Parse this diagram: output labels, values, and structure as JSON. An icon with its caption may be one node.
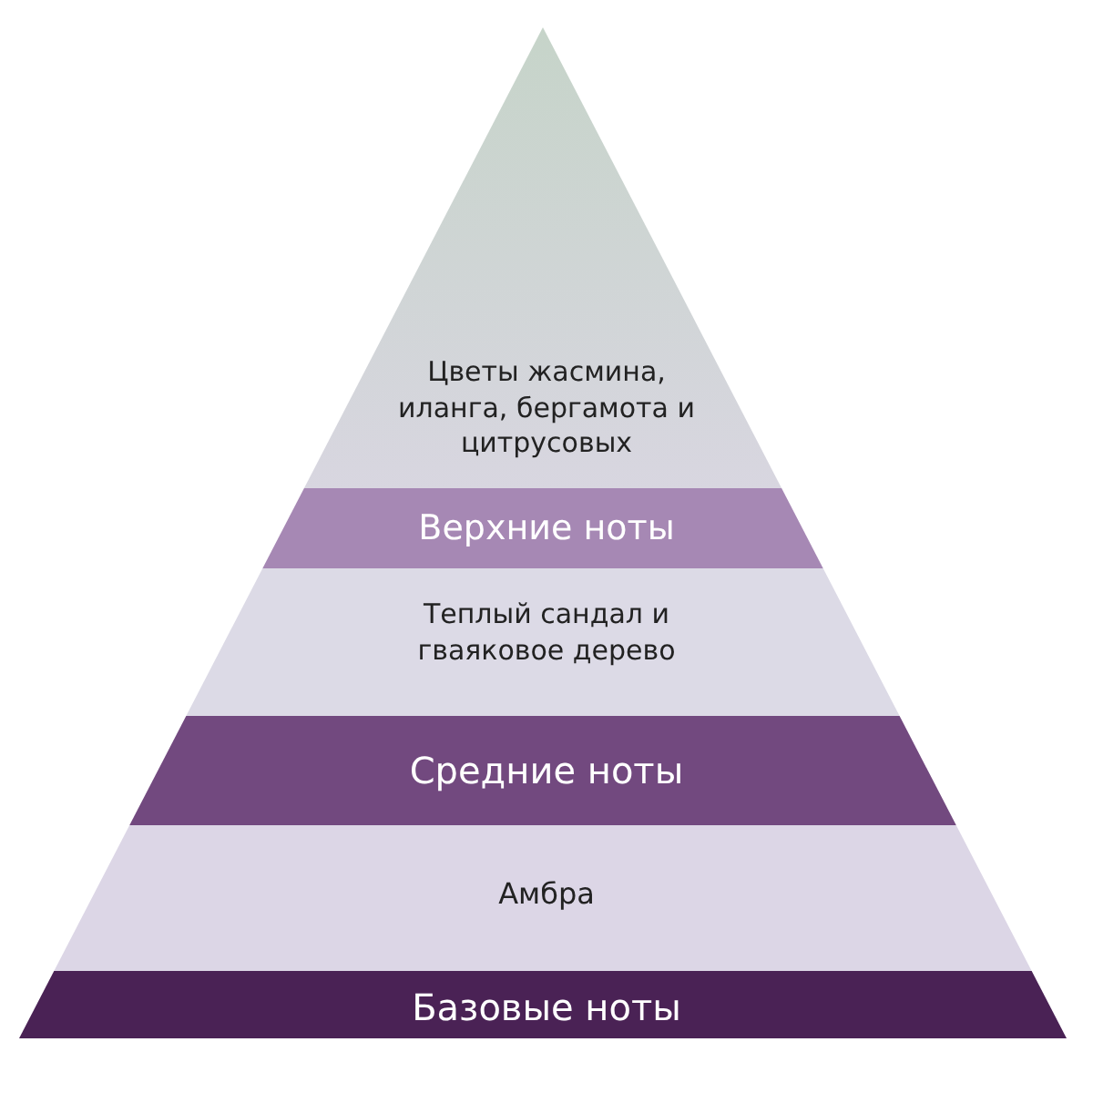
{
  "diagram": {
    "nodes": [
      {
        "text": [
          "Цветы жасмина, иланга, бергамота и цитрусовых"
        ]
      },
      {
        "text": [
          "Верхние ноты"
        ]
      },
      {
        "text": [
          "Теплый сандал и гваяковое дерево"
        ]
      },
      {
        "text": [
          "Средние ноты"
        ]
      },
      {
        "text": [
          "Амбра"
        ]
      },
      {
        "text": [
          "Базовые ноты"
        ]
      }
    ]
  }
}
